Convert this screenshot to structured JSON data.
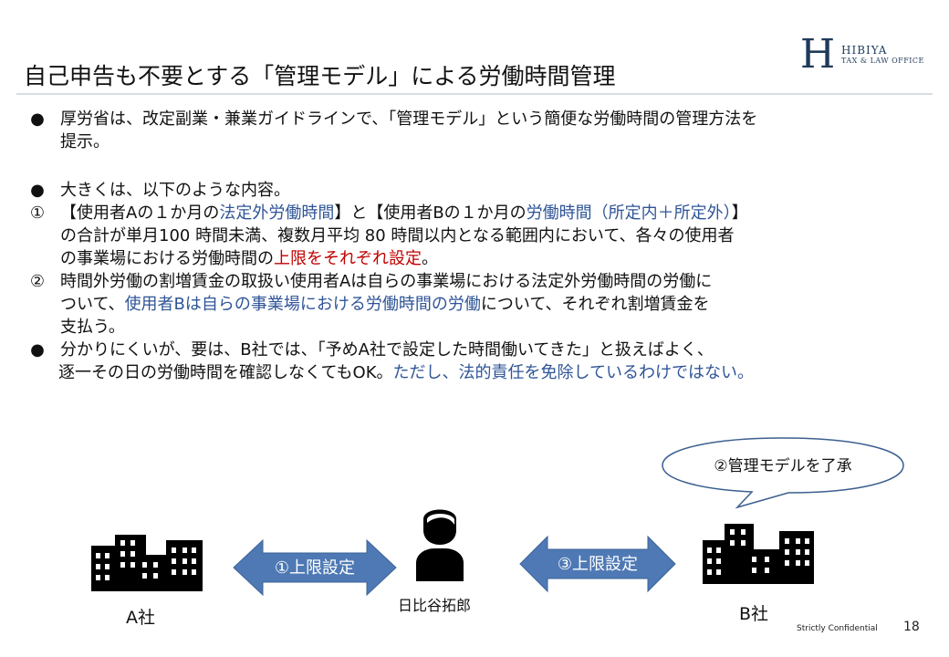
{
  "header": {
    "title": "自己申告も不要とする「管理モデル」による労働時間管理",
    "logo_mark": "H",
    "logo_line1": "HIBIYA",
    "logo_line2": "TAX & LAW OFFICE"
  },
  "content": {
    "b1_mark": "●",
    "b1_line1": "厚労省は、改定副業・兼業ガイドラインで、「管理モデル」という簡便な労働時間の管理方法を",
    "b1_line2": "提示。",
    "b2_mark": "●",
    "b2_line1": "大きくは、以下のような内容。",
    "i1_mark": "①",
    "i1_a": "【使用者Aの１か月の",
    "i1_b": "法定外労働時間",
    "i1_c": "】と【使用者Bの１か月の",
    "i1_d": "労働時間（所定内＋所定外）",
    "i1_e": "】",
    "i1_line2": "の合計が単月100 時間未満、複数月平均 80 時間以内となる範囲内において、各々の使用者",
    "i1_line3a": "の事業場における労働時間の",
    "i1_line3b": "上限をそれぞれ設定",
    "i1_line3c": "。",
    "i2_mark": "②",
    "i2_line1": "時間外労働の割増賃金の取扱い使用者Aは自らの事業場における法定外労働時間の労働に",
    "i2_line2a": "ついて、",
    "i2_line2b": "使用者Bは自らの事業場における労働時間の労働",
    "i2_line2c": "について、それぞれ割増賃金を",
    "i2_line3": "支払う。",
    "b3_mark": "●",
    "b3_line1": "分かりにくいが、要は、B社では、「予めA社で設定した時間働いてきた」と扱えばよく、",
    "b3_line2a": "逐一その日の労働時間を確認しなくてもOK。",
    "b3_line2b": "ただし、法的責任を免除しているわけではない。"
  },
  "diagram": {
    "bubble_text": "②管理モデルを了承",
    "company_a": "A社",
    "company_b": "B社",
    "person": "日比谷拓郎",
    "arrow_left": "①上限設定",
    "arrow_right": "③上限設定"
  },
  "footer": {
    "confidential": "Strictly Confidential",
    "page": "18"
  },
  "colors": {
    "accent_blue": "#2f5597",
    "accent_red": "#c00000",
    "arrow_fill": "#4e79b4",
    "logo": "#1f3a5a"
  }
}
